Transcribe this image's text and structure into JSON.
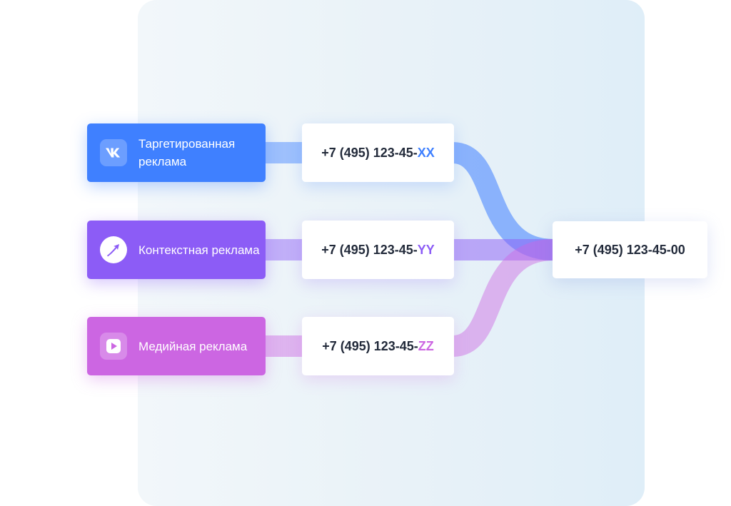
{
  "sources": [
    {
      "label": "Таргетированная реклама",
      "icon": "vk-logo-icon",
      "color": "#3f80ff"
    },
    {
      "label": "Контекстная реклама",
      "icon": "yandex-direct-arrow-icon",
      "color": "#8c5cf6"
    },
    {
      "label": "Медийная реклама",
      "icon": "play-icon",
      "color": "#cc66e2"
    }
  ],
  "tracking_numbers": [
    {
      "prefix": "+7 (495) 123-45-",
      "suffix": "XX",
      "color": "#3f80ff"
    },
    {
      "prefix": "+7 (495) 123-45-",
      "suffix": "YY",
      "color": "#8c5cf6"
    },
    {
      "prefix": "+7 (495) 123-45-",
      "suffix": "ZZ",
      "color": "#cc66e2"
    }
  ],
  "target_number": "+7 (495) 123-45-00",
  "colors": {
    "panel_background": "#e6f0f7",
    "text": "#222a3a"
  }
}
